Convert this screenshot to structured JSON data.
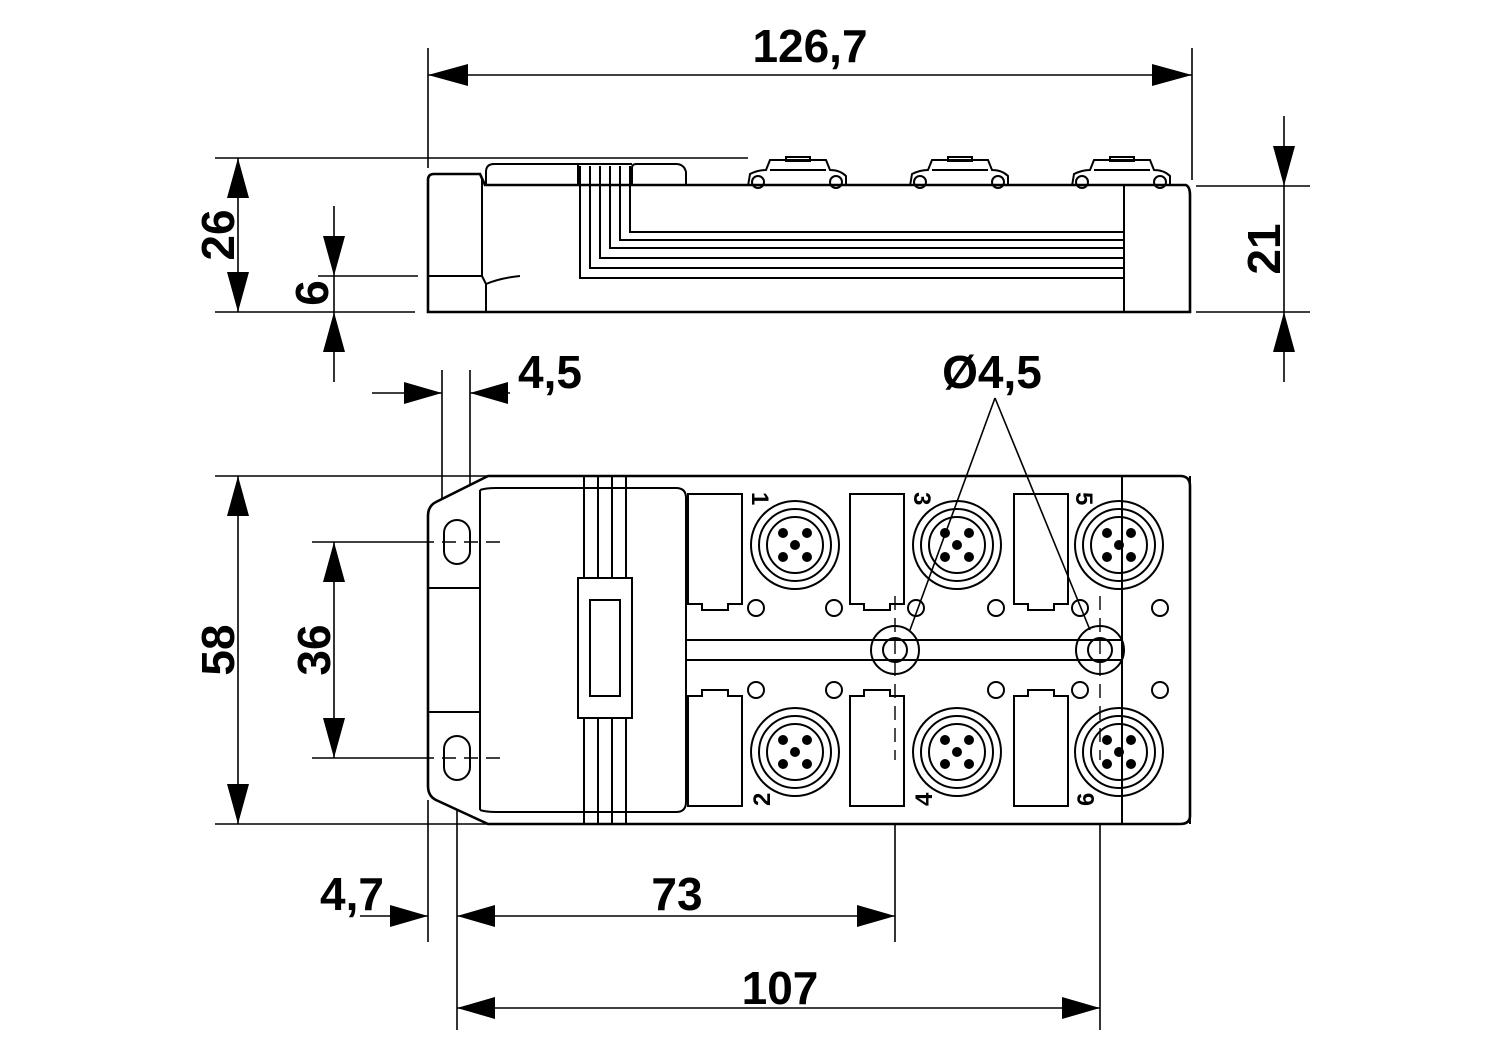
{
  "dimensions": {
    "top_length": "126,7",
    "side_height": "26",
    "side_base": "6",
    "side_right_height": "21",
    "hole_offset_top": "4,5",
    "hole_diameter": "Ø4,5",
    "plan_height": "58",
    "hole_spacing": "36",
    "hole_offset_bottom": "4,7",
    "span_to_center": "73",
    "span_total": "107"
  },
  "ports": [
    {
      "label": "1"
    },
    {
      "label": "2"
    },
    {
      "label": "3"
    },
    {
      "label": "4"
    },
    {
      "label": "5"
    },
    {
      "label": "6"
    }
  ]
}
